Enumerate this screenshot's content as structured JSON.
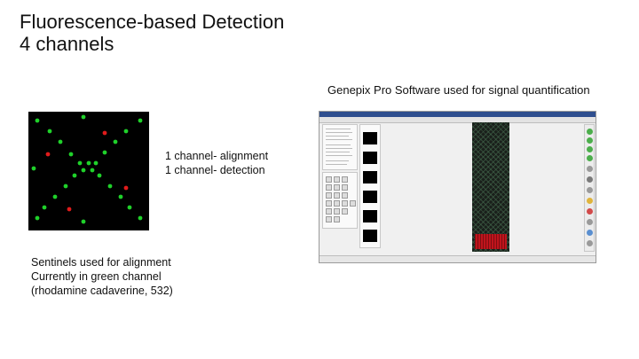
{
  "title": {
    "line1": "Fluorescence-based Detection",
    "line2": "4 channels"
  },
  "software_caption": "Genepix Pro Software used for signal quantification",
  "channels": {
    "line1": "1 channel- alignment",
    "line2": "1 channel- detection"
  },
  "sentinels": {
    "line1": "Sentinels used for alignment",
    "line2": "Currently in green channel",
    "line3": "(rhodamine cadaverine, 532)"
  },
  "colors": {
    "green_dot": "#1fd12a",
    "red_dot": "#e11b1b",
    "slide_red": "#c0141c"
  }
}
